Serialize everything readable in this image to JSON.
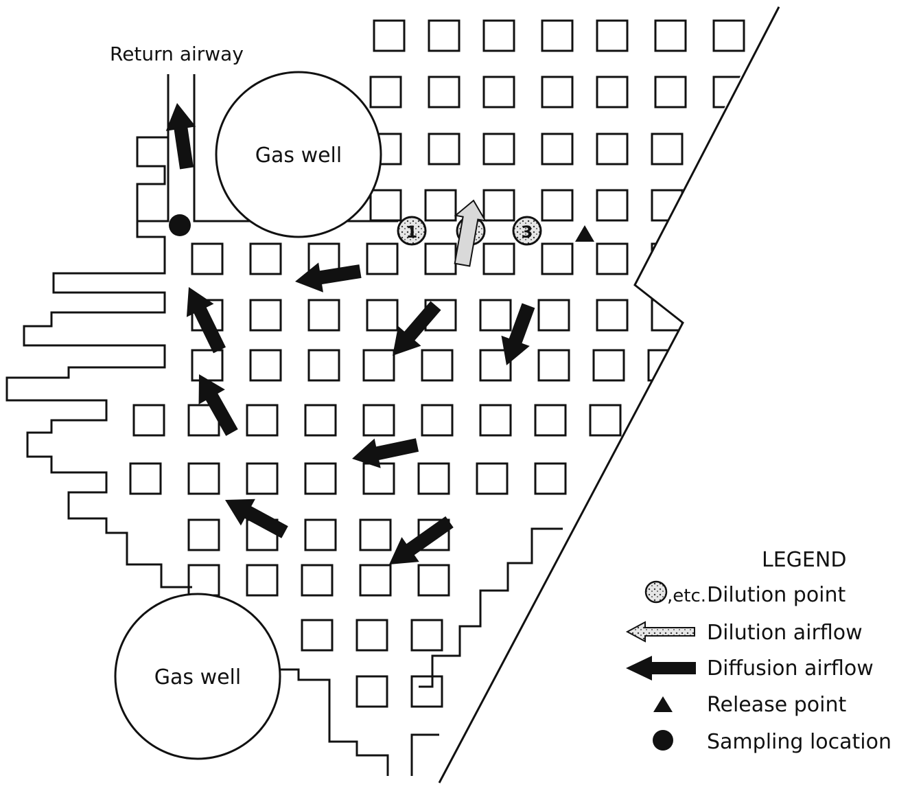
{
  "title": "",
  "labels": {
    "return_airway": "Return airway",
    "gas_well_top": "Gas well",
    "gas_well_bottom": "Gas well"
  },
  "dilution_points": [
    "1",
    "2",
    "3"
  ],
  "legend": {
    "title": "LEGEND",
    "items": [
      {
        "symbol_icon": "dilution-point-icon",
        "prefix": ",etc.",
        "label": "Dilution point"
      },
      {
        "symbol_icon": "dilution-airflow-icon",
        "prefix": "",
        "label": "Dilution airflow"
      },
      {
        "symbol_icon": "diffusion-airflow-icon",
        "prefix": "",
        "label": "Diffusion airflow"
      },
      {
        "symbol_icon": "release-point-icon",
        "prefix": "",
        "label": "Release point"
      },
      {
        "symbol_icon": "sampling-location-icon",
        "prefix": "",
        "label": "Sampling location"
      }
    ]
  },
  "colors": {
    "line": "#111111",
    "background": "#ffffff",
    "dilution_fill": "#d9d9d9"
  }
}
